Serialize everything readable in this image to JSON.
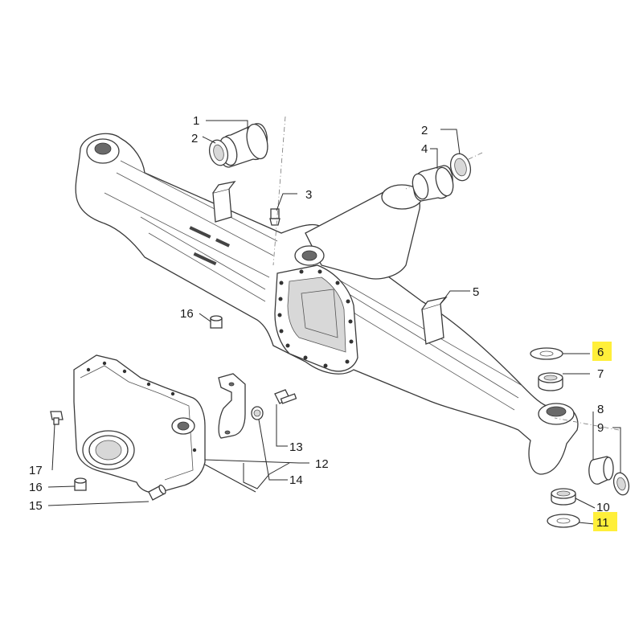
{
  "callouts": [
    {
      "id": "c1",
      "label": "1",
      "highlighted": false
    },
    {
      "id": "c2a",
      "label": "2",
      "highlighted": false
    },
    {
      "id": "c2b",
      "label": "2",
      "highlighted": false
    },
    {
      "id": "c3",
      "label": "3",
      "highlighted": false
    },
    {
      "id": "c4",
      "label": "4",
      "highlighted": false
    },
    {
      "id": "c5",
      "label": "5",
      "highlighted": false
    },
    {
      "id": "c6",
      "label": "6",
      "highlighted": true
    },
    {
      "id": "c7",
      "label": "7",
      "highlighted": false
    },
    {
      "id": "c8",
      "label": "8",
      "highlighted": false
    },
    {
      "id": "c9",
      "label": "9",
      "highlighted": false
    },
    {
      "id": "c10",
      "label": "10",
      "highlighted": false
    },
    {
      "id": "c11",
      "label": "11",
      "highlighted": true
    },
    {
      "id": "c12",
      "label": "12",
      "highlighted": false
    },
    {
      "id": "c13",
      "label": "13",
      "highlighted": false
    },
    {
      "id": "c14",
      "label": "14",
      "highlighted": false
    },
    {
      "id": "c15",
      "label": "15",
      "highlighted": false
    },
    {
      "id": "c16a",
      "label": "16",
      "highlighted": false
    },
    {
      "id": "c16b",
      "label": "16",
      "highlighted": false
    },
    {
      "id": "c17",
      "label": "17",
      "highlighted": false
    }
  ],
  "highlight_color": "#ffef3a"
}
